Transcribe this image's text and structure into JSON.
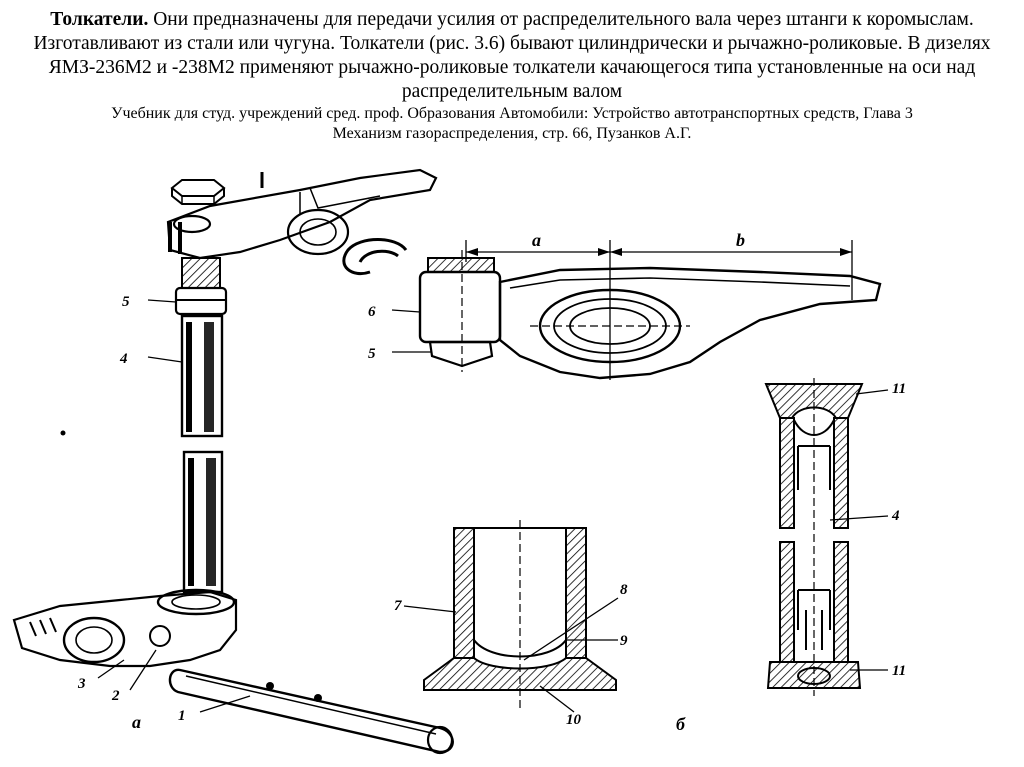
{
  "text": {
    "title": "Толкатели.",
    "paragraph": " Они предназначены для передачи усилия от распределительного вала через штанги к коромыслам. Изготавливают из стали или чугуна. Толкатели (рис. 3.6) бывают цилиндрически и рычажно-роликовые. В дизелях ЯМЗ-236М2 и -238М2 применяют рычажно-роликовые толкатели качающегося типа установленные на оси над распределительным валом",
    "caption_line1": "Учебник для студ. учреждений сред. проф. Образования Автомобили: Устройство автотранспортных средств, Глава 3",
    "caption_line2": "Механизм газораспределения, стр. 66,  Пузанков А.Г."
  },
  "figure_labels": {
    "part_1": "1",
    "part_2": "2",
    "part_3": "3",
    "part_4_left": "4",
    "part_5_left": "5",
    "part_6": "6",
    "part_5_right": "5",
    "dim_a": "a",
    "dim_b": "b",
    "part_7": "7",
    "part_8": "8",
    "part_9": "9",
    "part_10": "10",
    "part_11_top": "11",
    "part_4_right": "4",
    "part_11_bottom": "11",
    "view_a": "а",
    "view_b": "б"
  }
}
